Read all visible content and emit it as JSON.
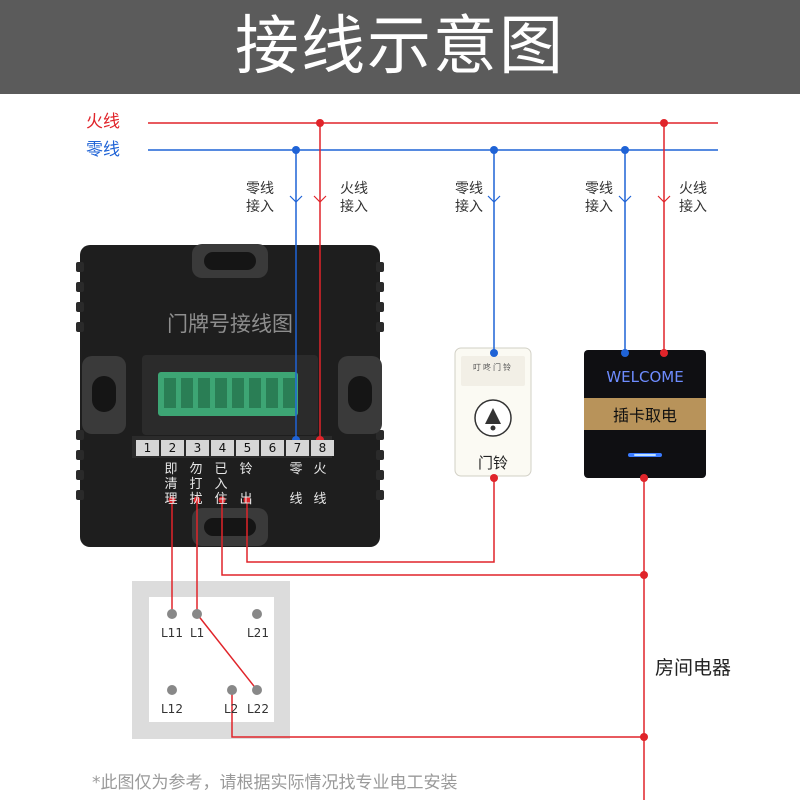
{
  "title": "接线示意图",
  "main_lines": {
    "live": "火线",
    "neutral": "零线"
  },
  "drops": {
    "neutral_in": [
      "零线",
      "接入"
    ],
    "live_in": [
      "火线",
      "接入"
    ]
  },
  "panel": {
    "title": "门牌号接线图",
    "terminals": [
      "1",
      "2",
      "3",
      "4",
      "5",
      "6",
      "7",
      "8"
    ],
    "terminal_labels": [
      {
        "chars": [
          "即",
          "清",
          "理"
        ]
      },
      {
        "chars": [
          "勿",
          "打",
          "扰"
        ]
      },
      {
        "chars": [
          "已",
          "入",
          "住"
        ]
      },
      {
        "chars": [
          "铃",
          "",
          "出"
        ]
      },
      {
        "chars": []
      },
      {
        "chars": []
      },
      {
        "chars": [
          "零",
          "",
          "线"
        ]
      },
      {
        "chars": [
          "火",
          "",
          "线"
        ]
      }
    ]
  },
  "doorbell": {
    "label": "门铃",
    "header_text": "叮咚门铃"
  },
  "card_switch": {
    "display": "WELCOME",
    "label": "插卡取电"
  },
  "switch": {
    "labels": [
      "L11",
      "L1",
      "L21",
      "L12",
      "L2",
      "L22"
    ]
  },
  "room_appliance": "房间电器",
  "footnote": "*此图仅为参考，请根据实际情况找专业电工安装",
  "colors": {
    "live": "#e0242a",
    "neutral": "#1f63d6",
    "banner": "#5b5b5b",
    "panel": "#1e1e1e",
    "accent_gold": "#b8935a"
  }
}
